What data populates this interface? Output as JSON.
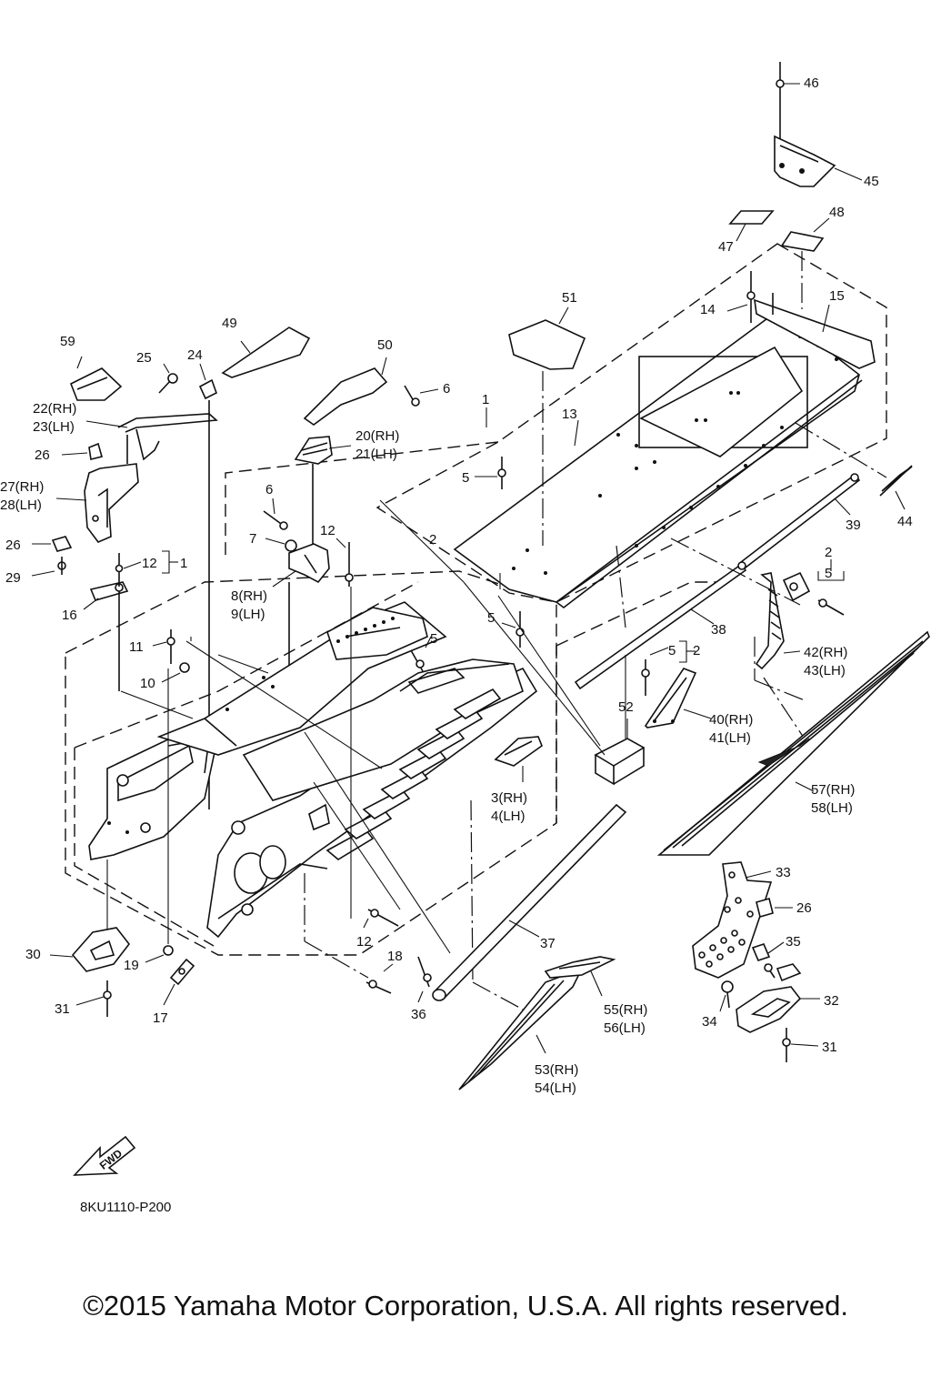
{
  "diagram": {
    "code": "8KU1110-P200",
    "copyright": "©2015 Yamaha Motor Corporation, U.S.A. All rights reserved.",
    "fwd_label": "FWD",
    "callouts": [
      {
        "id": "c46",
        "text": "46"
      },
      {
        "id": "c45",
        "text": "45"
      },
      {
        "id": "c48",
        "text": "48"
      },
      {
        "id": "c47",
        "text": "47"
      },
      {
        "id": "c15",
        "text": "15"
      },
      {
        "id": "c14",
        "text": "14"
      },
      {
        "id": "c51",
        "text": "51"
      },
      {
        "id": "c49",
        "text": "49"
      },
      {
        "id": "c50",
        "text": "50"
      },
      {
        "id": "c59",
        "text": "59"
      },
      {
        "id": "c25",
        "text": "25"
      },
      {
        "id": "c24",
        "text": "24"
      },
      {
        "id": "c6a",
        "text": "6"
      },
      {
        "id": "c1a",
        "text": "1"
      },
      {
        "id": "c13",
        "text": "13"
      },
      {
        "id": "c22",
        "text": "22(RH)"
      },
      {
        "id": "c23",
        "text": "23(LH)"
      },
      {
        "id": "c20",
        "text": "20(RH)"
      },
      {
        "id": "c21",
        "text": "21(LH)"
      },
      {
        "id": "c26a",
        "text": "26"
      },
      {
        "id": "c5a",
        "text": "5"
      },
      {
        "id": "c27",
        "text": "27(RH)"
      },
      {
        "id": "c28",
        "text": "28(LH)"
      },
      {
        "id": "c6b",
        "text": "6"
      },
      {
        "id": "c44",
        "text": "44"
      },
      {
        "id": "c39",
        "text": "39"
      },
      {
        "id": "c7",
        "text": "7"
      },
      {
        "id": "c12a",
        "text": "12"
      },
      {
        "id": "c26b",
        "text": "26"
      },
      {
        "id": "c2a",
        "text": "2"
      },
      {
        "id": "c2b",
        "text": "2"
      },
      {
        "id": "c5b",
        "text": "5"
      },
      {
        "id": "c29",
        "text": "29"
      },
      {
        "id": "c12b",
        "text": "12"
      },
      {
        "id": "c1b",
        "text": "1"
      },
      {
        "id": "c8",
        "text": "8(RH)"
      },
      {
        "id": "c9",
        "text": "9(LH)"
      },
      {
        "id": "c16",
        "text": "16"
      },
      {
        "id": "c5c",
        "text": "5"
      },
      {
        "id": "c38",
        "text": "38"
      },
      {
        "id": "c11",
        "text": "11"
      },
      {
        "id": "c5d",
        "text": "5"
      },
      {
        "id": "c42",
        "text": "42(RH)"
      },
      {
        "id": "c43",
        "text": "43(LH)"
      },
      {
        "id": "c5e",
        "text": "5"
      },
      {
        "id": "c2c",
        "text": "2"
      },
      {
        "id": "c10",
        "text": "10"
      },
      {
        "id": "c52",
        "text": "52"
      },
      {
        "id": "c40",
        "text": "40(RH)"
      },
      {
        "id": "c41",
        "text": "41(LH)"
      },
      {
        "id": "c3",
        "text": "3(RH)"
      },
      {
        "id": "c4",
        "text": "4(LH)"
      },
      {
        "id": "c57",
        "text": "57(RH)"
      },
      {
        "id": "c58",
        "text": "58(LH)"
      },
      {
        "id": "c33",
        "text": "33"
      },
      {
        "id": "c26c",
        "text": "26"
      },
      {
        "id": "c12c",
        "text": "12"
      },
      {
        "id": "c35",
        "text": "35"
      },
      {
        "id": "c37",
        "text": "37"
      },
      {
        "id": "c30",
        "text": "30"
      },
      {
        "id": "c18",
        "text": "18"
      },
      {
        "id": "c19",
        "text": "19"
      },
      {
        "id": "c32",
        "text": "32"
      },
      {
        "id": "c34",
        "text": "34"
      },
      {
        "id": "c55",
        "text": "55(RH)"
      },
      {
        "id": "c56",
        "text": "56(LH)"
      },
      {
        "id": "c31a",
        "text": "31"
      },
      {
        "id": "c17",
        "text": "17"
      },
      {
        "id": "c36",
        "text": "36"
      },
      {
        "id": "c31b",
        "text": "31"
      },
      {
        "id": "c53",
        "text": "53(RH)"
      },
      {
        "id": "c54",
        "text": "54(LH)"
      }
    ]
  }
}
